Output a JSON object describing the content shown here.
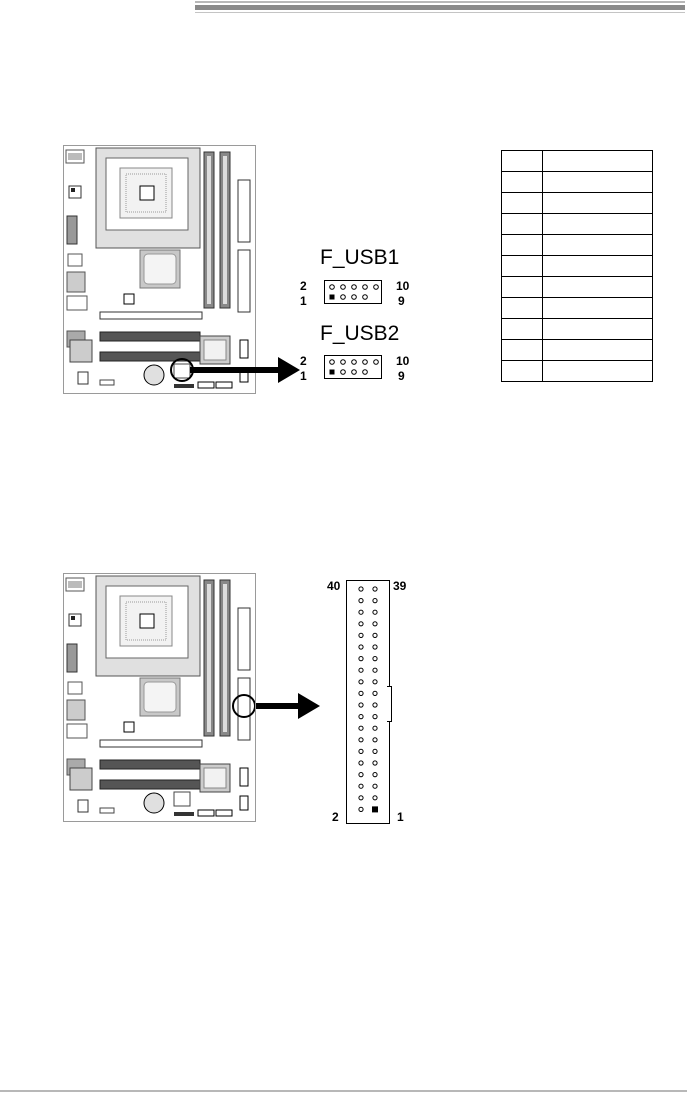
{
  "f_usb": {
    "connectors": [
      {
        "label": "F_USB1",
        "pin_top_left": "2",
        "pin_bottom_left": "1",
        "pin_top_right": "10",
        "pin_bottom_right": "9"
      },
      {
        "label": "F_USB2",
        "pin_top_left": "2",
        "pin_bottom_left": "1",
        "pin_top_right": "10",
        "pin_bottom_right": "9"
      }
    ],
    "table": {
      "rows": 11,
      "columns": 2
    }
  },
  "ide": {
    "pin_top_left": "40",
    "pin_top_right": "39",
    "pin_bottom_left": "2",
    "pin_bottom_right": "1",
    "pin_rows": 20
  }
}
